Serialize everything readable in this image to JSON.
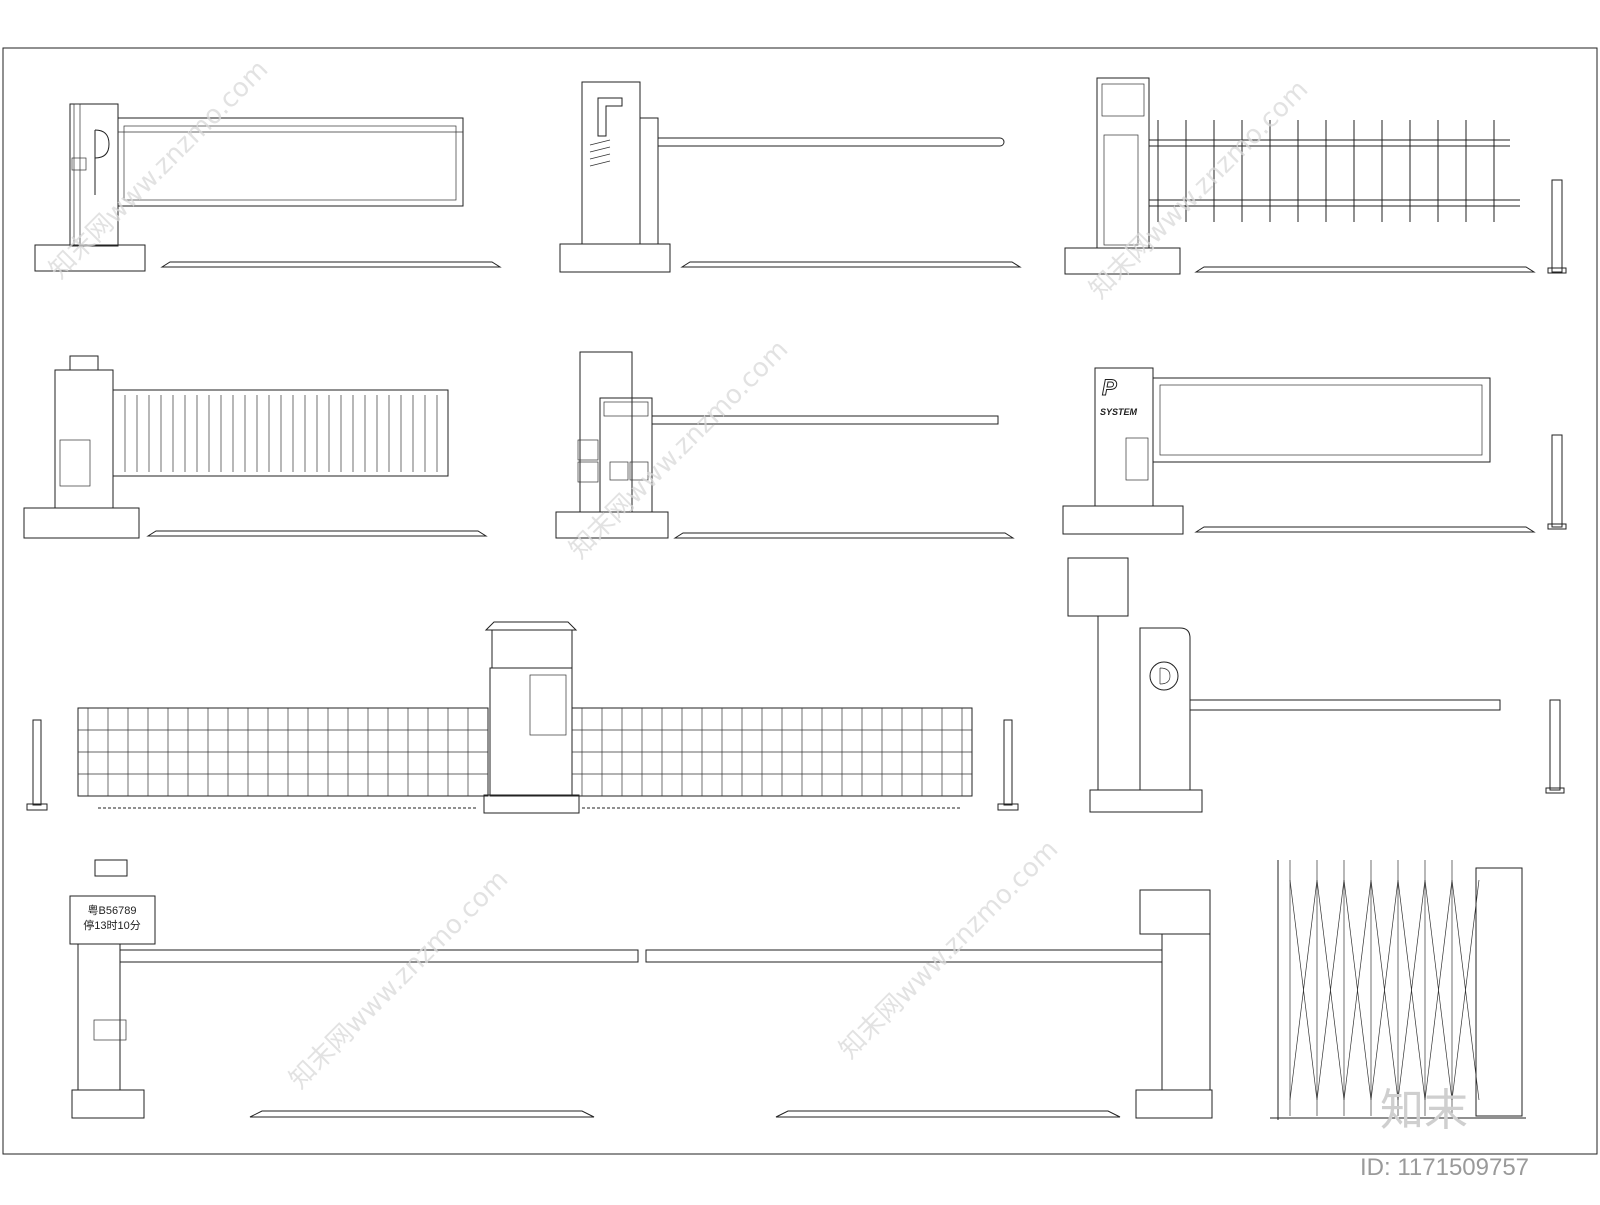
{
  "labels": {
    "plate_number": "粤B56789",
    "parking_duration": "停13时10分",
    "system_text": "SYSTEM",
    "p_letter": "P"
  },
  "watermark": {
    "text": "知末网www.znzmo.com",
    "logo": "知末",
    "id_label": "ID: 1171509757"
  },
  "colors": {
    "line": "#222222",
    "background": "#ffffff",
    "watermark": "#d9d9d9"
  }
}
